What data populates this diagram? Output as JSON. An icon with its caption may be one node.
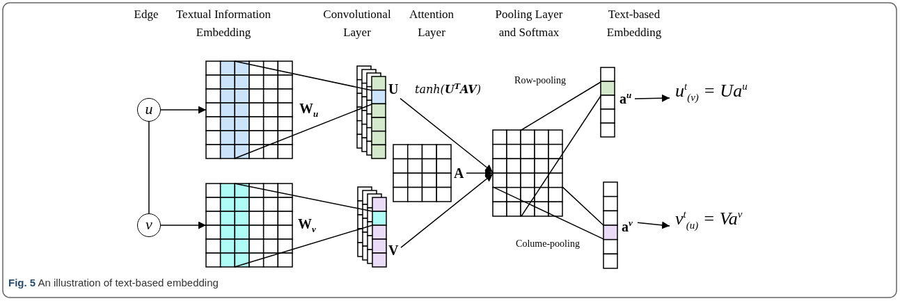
{
  "diagram": {
    "caption": "**Fig. 5** An illustration of text-based embedding",
    "nodes": [
      {
        "text": [
          "u"
        ]
      },
      {
        "text": [
          "v"
        ]
      },
      {
        "text": [
          "W$_{u}$"
        ]
      },
      {
        "text": [
          "W$_{v}$"
        ]
      },
      {
        "text": [
          "U"
        ]
      },
      {
        "text": [
          "V"
        ]
      },
      {
        "text": [
          "A"
        ]
      },
      {
        "text": [],
        "shape": "box"
      },
      {
        "text": [
          "a$^{u}$"
        ]
      },
      {
        "text": [
          "a$^{v}$"
        ]
      },
      {
        "text": [
          "u$^{t}$$_{(v)}$ = Ua$^{u}$"
        ]
      },
      {
        "text": [
          "v$^{t}$$_{(u)}$ = Va$^{v}$"
        ]
      }
    ],
    "edges": [
      {
        "from": 0,
        "to": 2,
        "arrow": "to"
      },
      {
        "from": 1,
        "to": 3,
        "arrow": "to"
      },
      {
        "from": 0,
        "to": 1,
        "arrow": "none"
      },
      {
        "from": 2,
        "to": 4,
        "arrow": "none"
      },
      {
        "from": 2,
        "to": 4,
        "arrow": "none"
      },
      {
        "from": 3,
        "to": 5,
        "arrow": "none"
      },
      {
        "from": 3,
        "to": 5,
        "arrow": "none"
      },
      {
        "from": 4,
        "to": 7,
        "arrow": "to",
        "label": "tanh(**U**$^{T}$**AV**)"
      },
      {
        "from": 5,
        "to": 7,
        "arrow": "to"
      },
      {
        "from": 6,
        "to": 7,
        "arrow": "to"
      },
      {
        "from": 7,
        "to": 8,
        "arrow": "none"
      },
      {
        "from": 7,
        "to": 8,
        "arrow": "none"
      },
      {
        "from": 7,
        "to": 9,
        "arrow": "none"
      },
      {
        "from": 7,
        "to": 9,
        "arrow": "none"
      },
      {
        "from": 8,
        "to": 10,
        "arrow": "to"
      },
      {
        "from": 9,
        "to": 11,
        "arrow": "to"
      }
    ],
    "labels": [
      "Edge",
      "Textual Information Embedding",
      "Convolutional Layer",
      "Attention Layer",
      "Pooling Layer and Softmax",
      "Text-based Embedding",
      "Row-pooling",
      "Colume-pooling"
    ]
  }
}
